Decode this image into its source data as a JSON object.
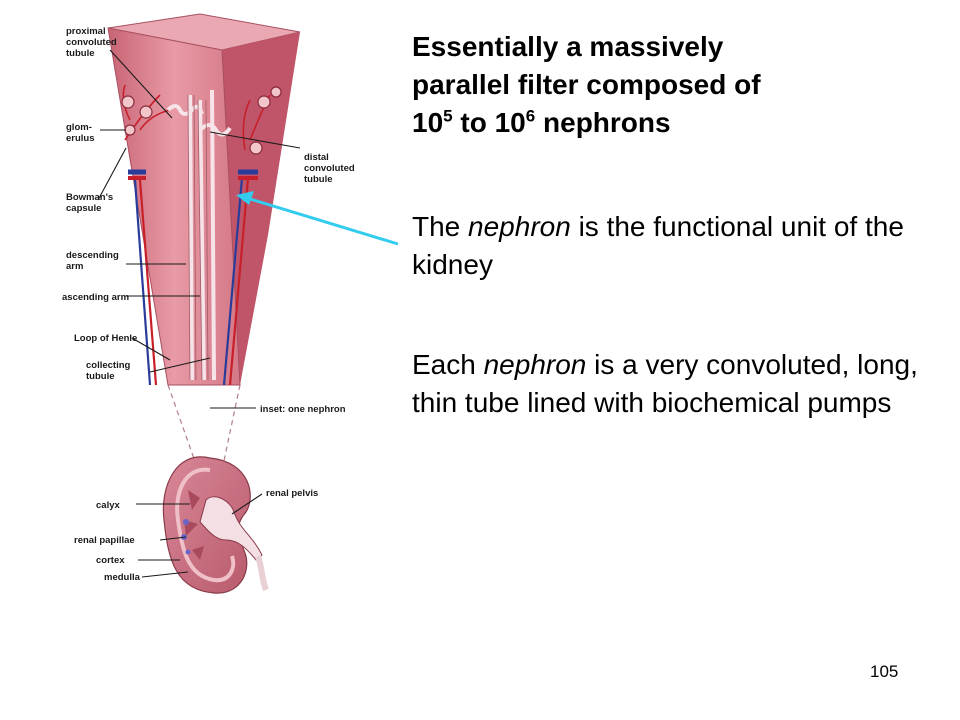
{
  "heading": {
    "line1": "Essentially a massively",
    "line2": "parallel filter composed of",
    "base1": "10",
    "exp1": "5",
    "mid": " to 10",
    "exp2": "6",
    "tail": " nephrons"
  },
  "para1": {
    "pre": "The ",
    "em": "nephron",
    "post": " is the functional unit of the kidney"
  },
  "para2": {
    "pre": "Each ",
    "em": "nephron",
    "post": " is a very convoluted, long, thin tube lined with biochemical pumps"
  },
  "diagram_labels": {
    "proximal": [
      "proximal",
      "convoluted",
      "tubule"
    ],
    "glomerulus": [
      "glom-",
      "erulus"
    ],
    "bowman": [
      "Bowman's",
      "capsule"
    ],
    "distal": [
      "distal",
      "convoluted",
      "tubule"
    ],
    "descending": [
      "descending",
      "arm"
    ],
    "ascending": "ascending arm",
    "loop": "Loop of Henle",
    "collecting": [
      "collecting",
      "tubule"
    ],
    "inset": "inset: one nephron",
    "calyx": "calyx",
    "renal_pelvis": "renal pelvis",
    "renal_papillae": "renal papillae",
    "cortex": "cortex",
    "medulla": "medulla"
  },
  "page_number": "105",
  "colors": {
    "tissue": "#d9828e",
    "tissue_light": "#f0b8c0",
    "artery": "#c8202a",
    "vein": "#2a3c9a",
    "arrow": "#33ccee"
  }
}
